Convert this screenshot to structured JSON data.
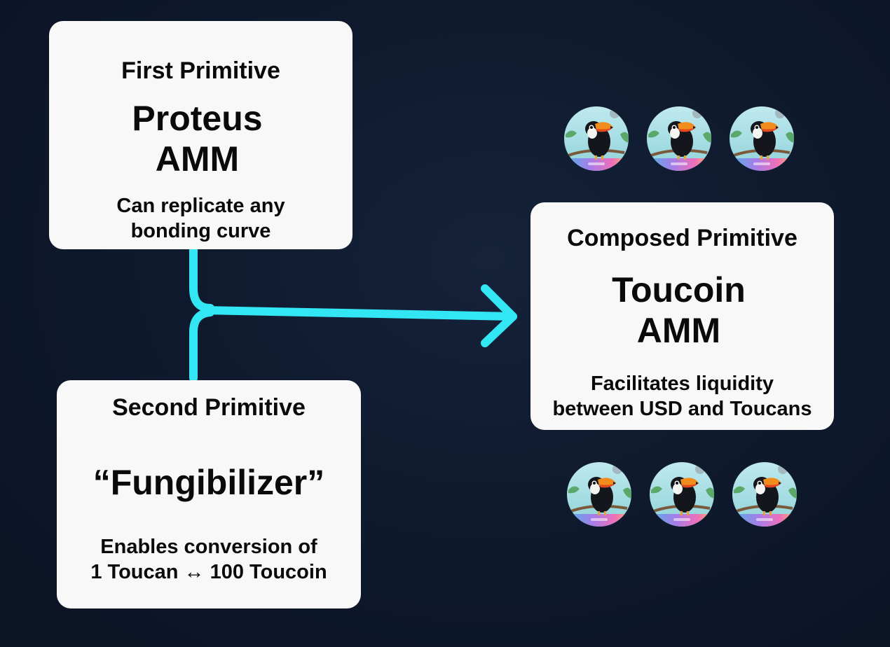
{
  "first": {
    "label": "First Primitive",
    "title": "Proteus\nAMM",
    "desc": "Can replicate any\nbonding curve"
  },
  "second": {
    "label": "Second Primitive",
    "title": "“Fungibilizer”",
    "desc": "Enables conversion of\n1 Toucan ↔ 100 Toucoin"
  },
  "composed": {
    "label": "Composed Primitive",
    "title": "Toucoin\nAMM",
    "desc": "Facilitates liquidity\nbetween USD and Toucans"
  },
  "tokens": {
    "icon": "toucan-nft-icon",
    "top_count": 3,
    "bottom_count": 3
  },
  "colors": {
    "background": "#0f1a2e",
    "card": "#f8f8f8",
    "connector": "#33e6f4",
    "text": "#0a0a0a"
  }
}
